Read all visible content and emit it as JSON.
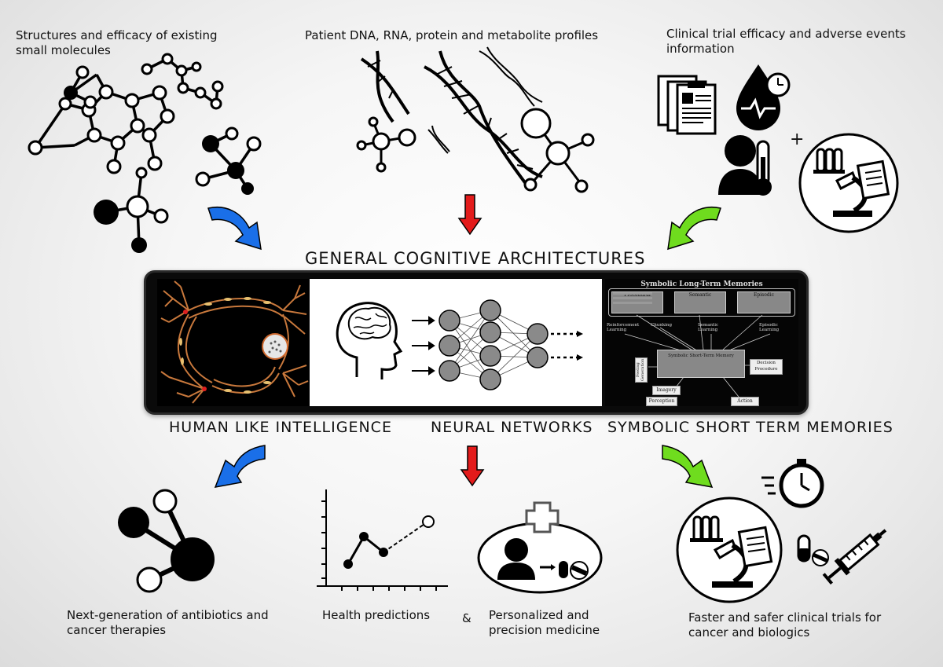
{
  "inputs": {
    "small_molecules": "Structures and efficacy of existing small molecules",
    "omics": "Patient DNA, RNA, protein and metabolite profiles",
    "clinical": "Clinical trial efficacy and adverse events information",
    "plus": "+"
  },
  "center": {
    "title": "GENERAL COGNITIVE ARCHITECTURES",
    "labels": [
      "HUMAN LIKE INTELLIGENCE",
      "NEURAL NETWORKS",
      "SYMBOLIC SHORT TERM MEMORIES"
    ]
  },
  "memory_diagram": {
    "title": "Symbolic Long-Term Memories",
    "boxes": [
      "Procedural",
      "Semantic",
      "Episodic"
    ],
    "learning": [
      "Reinforcement Learning",
      "Chunking",
      "Semantic Learning",
      "Episodic Learning"
    ],
    "stm": "Symbolic Short-Term Memory",
    "decision": "Decision Procedure",
    "feeling": "Feeling Generation",
    "imagery": "Imagery",
    "perception": "Perception",
    "action": "Action"
  },
  "outputs": {
    "antibiotics": "Next-generation of antibiotics and cancer therapies",
    "health": "Health predictions",
    "amp": "&",
    "personalized": "Personalized and precision medicine",
    "trials": "Faster and safer clinical trials for cancer and biologics"
  },
  "colors": {
    "blue": "#1a6fe8",
    "red": "#e31b1b",
    "green": "#6fdc1e",
    "neuron": "#c8783c"
  }
}
